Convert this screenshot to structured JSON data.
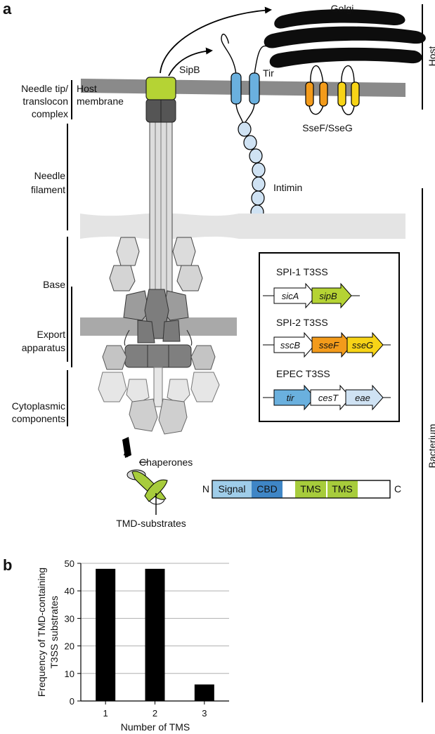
{
  "panel_a": {
    "letter": "a",
    "labels": {
      "golgi": "Golgi",
      "host": "Host",
      "sipb": "SipB",
      "tir": "Tir",
      "host_membrane_1": "Host",
      "host_membrane_2": "membrane",
      "needle_tip_1": "Needle tip/",
      "needle_tip_2": "translocon",
      "needle_tip_3": "complex",
      "ssef_sseg": "SseF/SseG",
      "needle_1": "Needle",
      "needle_2": "filament",
      "intimin": "Intimin",
      "bacterium": "Bacterium",
      "base": "Base",
      "export_1": "Export",
      "export_2": "apparatus",
      "cyto_1": "Cytoplasmic",
      "cyto_2": "components",
      "chaperones": "Chaperones",
      "tmd_substrates": "TMD-substrates"
    },
    "operons": {
      "spi1_title": "SPI-1 T3SS",
      "spi1_genes": [
        "sicA",
        "sipB"
      ],
      "spi2_title": "SPI-2 T3SS",
      "spi2_genes": [
        "sscB",
        "sseF",
        "sseG"
      ],
      "epec_title": "EPEC T3SS",
      "epec_genes": [
        "tir",
        "cesT",
        "eae"
      ]
    },
    "domain_bar": {
      "n": "N",
      "c": "C",
      "signal": "Signal",
      "cbd": "CBD",
      "tms1": "TMS",
      "tms2": "TMS"
    },
    "colors": {
      "sipb_green": "#b5d334",
      "tir_blue": "#6ab0de",
      "intimin_blue": "#cfe2f3",
      "ssef_orange": "#f39b1b",
      "sseg_yellow": "#f7d417",
      "signal_blue": "#9fcde9",
      "cbd_blue": "#3f86c6",
      "tms_green": "#a7cc3c",
      "membrane_grey": "#8a8a8a"
    }
  },
  "panel_b": {
    "letter": "b"
  },
  "chart_data": {
    "type": "bar",
    "categories": [
      "1",
      "2",
      "3"
    ],
    "values": [
      48,
      48,
      6
    ],
    "title": "",
    "xlabel": "Number of TMS",
    "ylabel": "Frequency of TMD-containing T3SS substrates",
    "ylabel_lines": [
      "Frequency of TMD-containing",
      "T3SS substrates"
    ],
    "ylim": [
      0,
      50
    ],
    "yticks": [
      0,
      10,
      20,
      30,
      40,
      50
    ],
    "bar_color": "#000000",
    "grid": true
  }
}
